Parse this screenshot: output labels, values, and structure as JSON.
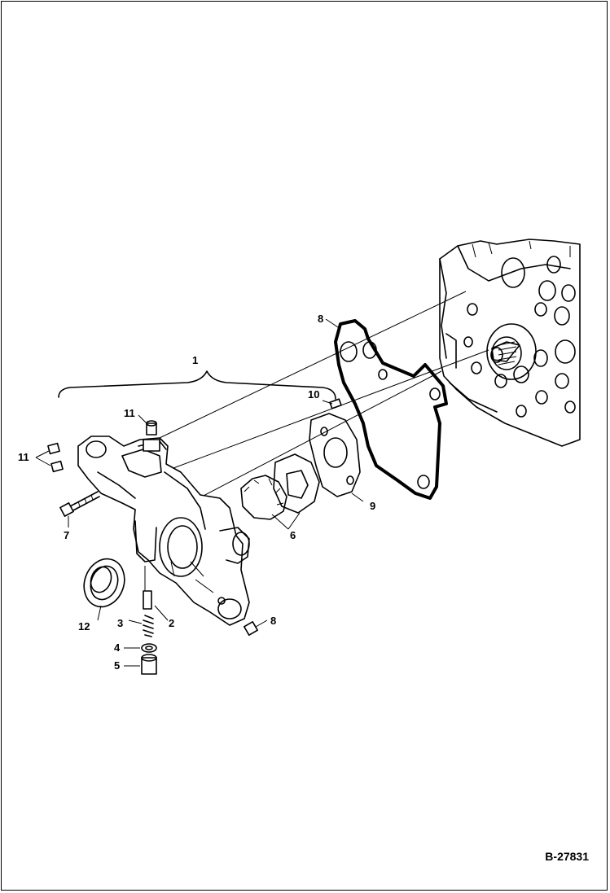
{
  "diagram": {
    "figure_id": "B-27831",
    "callouts": {
      "c1": "1",
      "c2": "2",
      "c3": "3",
      "c4": "4",
      "c5": "5",
      "c6": "6",
      "c7": "7",
      "c8_gasket": "8",
      "c8_plug": "8",
      "c9": "9",
      "c10": "10",
      "c11_top": "11",
      "c11_left": "11",
      "c12": "12"
    }
  }
}
